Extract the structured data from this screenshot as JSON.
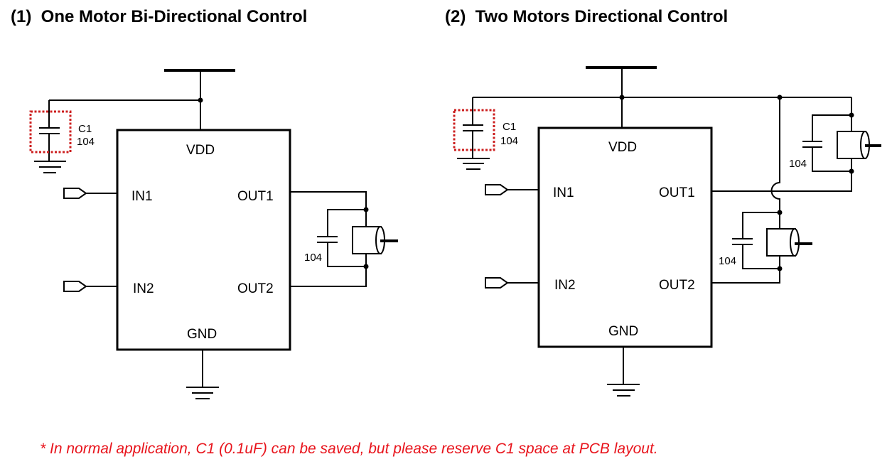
{
  "diagrams": [
    {
      "title": "(1)  One Motor Bi-Directional Control",
      "ic": {
        "top_pin": "VDD",
        "bottom_pin": "GND",
        "left_pins": [
          "IN1",
          "IN2"
        ],
        "right_pins": [
          "OUT1",
          "OUT2"
        ]
      },
      "decoupling_cap": {
        "name": "C1",
        "value": "104",
        "highlighted": true
      },
      "motors": [
        {
          "cap_value": "104",
          "connected_to": [
            "OUT1",
            "OUT2"
          ]
        }
      ]
    },
    {
      "title": "(2)  Two Motors Directional Control",
      "ic": {
        "top_pin": "VDD",
        "bottom_pin": "GND",
        "left_pins": [
          "IN1",
          "IN2"
        ],
        "right_pins": [
          "OUT1",
          "OUT2"
        ]
      },
      "decoupling_cap": {
        "name": "C1",
        "value": "104",
        "highlighted": true
      },
      "motors": [
        {
          "cap_value": "104",
          "connected_to": [
            "VDD",
            "OUT1"
          ]
        },
        {
          "cap_value": "104",
          "connected_to": [
            "VDD",
            "OUT2"
          ]
        }
      ]
    }
  ],
  "footnote": {
    "text": "* In normal application, C1 (0.1uF) can be saved, but please reserve C1 space at PCB layout.",
    "color": "#e8141c"
  },
  "colors": {
    "line": "#000000",
    "highlight_box": "#cc1f1f"
  }
}
